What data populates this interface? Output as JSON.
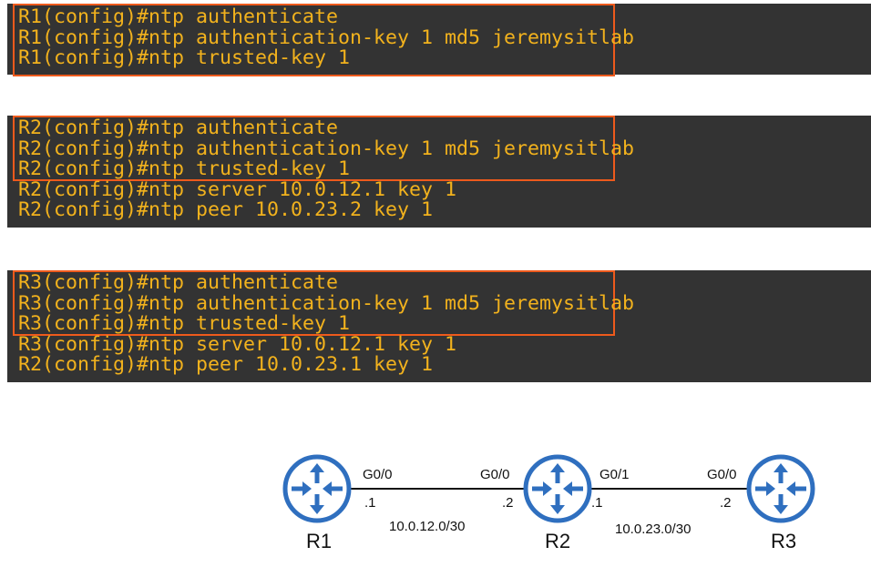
{
  "terminals": [
    {
      "router": "R1",
      "lines": [
        "R1(config)#ntp authenticate",
        "R1(config)#ntp authentication-key 1 md5 jeremysitlab",
        "R1(config)#ntp trusted-key 1"
      ]
    },
    {
      "router": "R2",
      "lines": [
        "R2(config)#ntp authenticate",
        "R2(config)#ntp authentication-key 1 md5 jeremysitlab",
        "R2(config)#ntp trusted-key 1",
        "R2(config)#ntp server 10.0.12.1 key 1",
        "R2(config)#ntp peer 10.0.23.2 key 1"
      ]
    },
    {
      "router": "R3",
      "lines": [
        "R3(config)#ntp authenticate",
        "R3(config)#ntp authentication-key 1 md5 jeremysitlab",
        "R3(config)#ntp trusted-key 1",
        "R3(config)#ntp server 10.0.12.1 key 1",
        "R2(config)#ntp peer 10.0.23.1 key 1"
      ]
    }
  ],
  "colors": {
    "terminal_bg": "#333333",
    "terminal_text": "#f2b21d",
    "highlight": "#ee5a1c",
    "router": "#2f6fbf"
  },
  "topology": {
    "routers": [
      {
        "name": "R1",
        "icon": "router-icon"
      },
      {
        "name": "R2",
        "icon": "router-icon"
      },
      {
        "name": "R3",
        "icon": "router-icon"
      }
    ],
    "links": [
      {
        "subnet": "10.0.12.0/30",
        "a_if": "G0/0",
        "a_ip": ".1",
        "b_if": "G0/0",
        "b_ip": ".2"
      },
      {
        "subnet": "10.0.23.0/30",
        "a_if": "G0/1",
        "a_ip": ".1",
        "b_if": "G0/0",
        "b_ip": ".2"
      }
    ]
  }
}
